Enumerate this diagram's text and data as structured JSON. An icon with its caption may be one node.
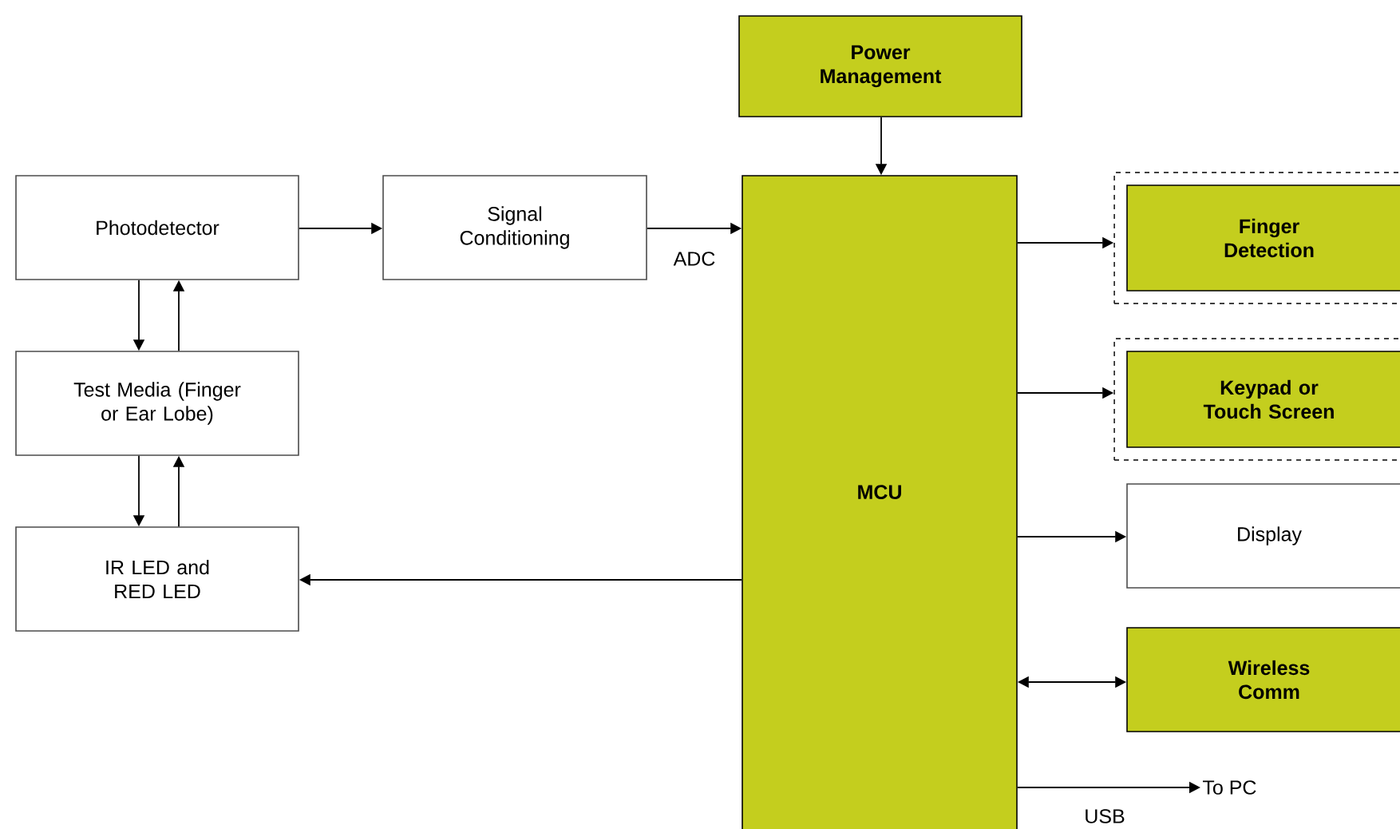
{
  "diagram": {
    "nodes": [
      {
        "text": [
          "Power Management"
        ]
      },
      {
        "text": [
          "Photodetector"
        ]
      },
      {
        "text": [
          "Signal Conditioning"
        ]
      },
      {
        "text": [
          "MCU"
        ]
      },
      {
        "text": [],
        "shape": "box"
      },
      {
        "text": [
          "Finger Detection"
        ],
        "in": 4
      },
      {
        "text": [
          "Test Media (Finger or Ear Lobe)"
        ]
      },
      {
        "text": [],
        "shape": "box"
      },
      {
        "text": [
          "Keypad or Touch Screen"
        ],
        "in": 7
      },
      {
        "text": [
          "Display"
        ]
      },
      {
        "text": [
          "IR LED and RED LED"
        ]
      },
      {
        "text": [
          "Wireless Comm"
        ]
      },
      {
        "text": [
          "To PC"
        ]
      }
    ],
    "edges": [
      {
        "from": 0,
        "to": 3,
        "arrow": "to"
      },
      {
        "from": 1,
        "to": 2,
        "arrow": "to"
      },
      {
        "from": 2,
        "to": 3,
        "arrow": "to",
        "label": "ADC"
      },
      {
        "from": 3,
        "to": 4,
        "arrow": "to"
      },
      {
        "from": 3,
        "to": 7,
        "arrow": "to"
      },
      {
        "from": 3,
        "to": 9,
        "arrow": "to"
      },
      {
        "from": 3,
        "to": 11,
        "arrow": "both"
      },
      {
        "from": 3,
        "to": 12,
        "arrow": "to",
        "label": "USB"
      },
      {
        "from": 3,
        "to": 10,
        "arrow": "to"
      },
      {
        "from": 1,
        "to": 6,
        "arrow": "to"
      },
      {
        "from": 6,
        "to": 1,
        "arrow": "to"
      },
      {
        "from": 6,
        "to": 10,
        "arrow": "to"
      },
      {
        "from": 10,
        "to": 6,
        "arrow": "to"
      }
    ]
  }
}
